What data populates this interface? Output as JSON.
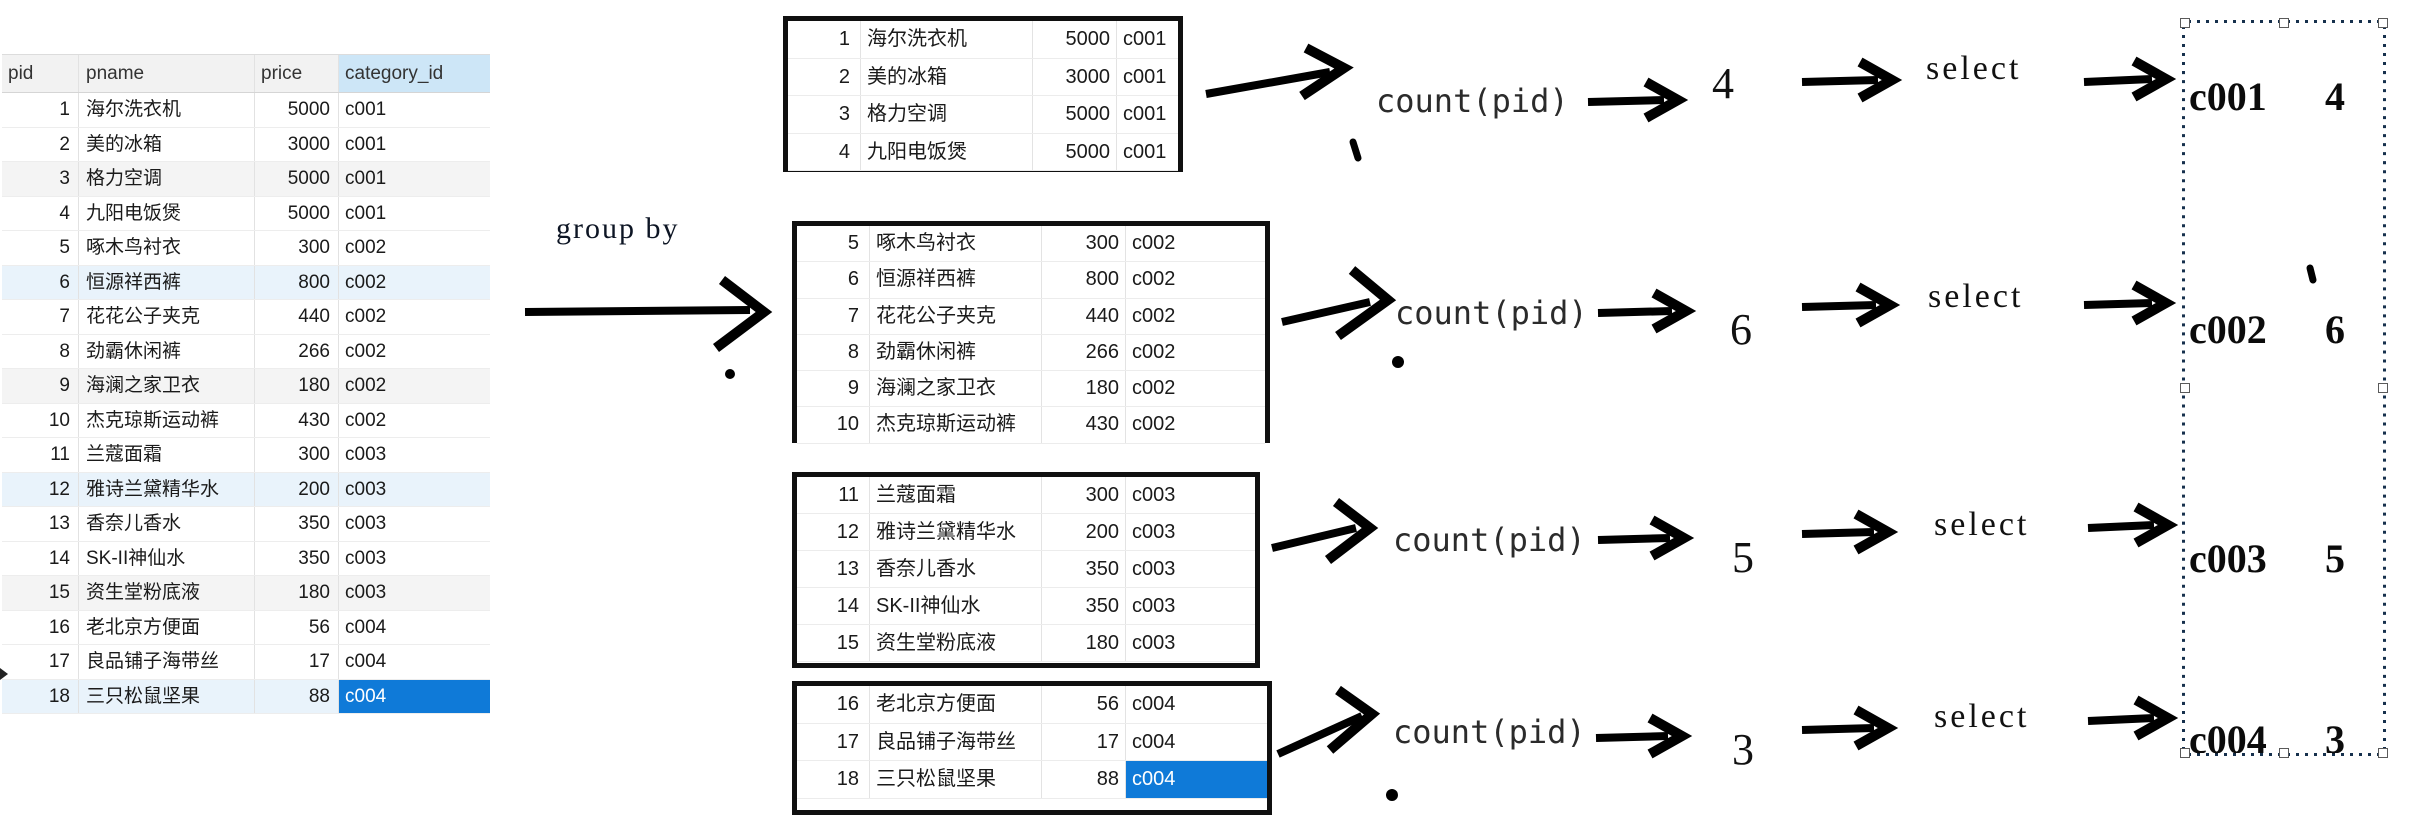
{
  "main_table": {
    "columns": [
      "pid",
      "pname",
      "price",
      "category_id"
    ],
    "selected_column": "category_id",
    "selected_cell": {
      "row_pid": 18,
      "column": "category_id",
      "value": "c004"
    }
  },
  "products": [
    {
      "pid": 1,
      "pname": "海尔洗衣机",
      "price": 5000,
      "category_id": "c001"
    },
    {
      "pid": 2,
      "pname": "美的冰箱",
      "price": 3000,
      "category_id": "c001"
    },
    {
      "pid": 3,
      "pname": "格力空调",
      "price": 5000,
      "category_id": "c001"
    },
    {
      "pid": 4,
      "pname": "九阳电饭煲",
      "price": 5000,
      "category_id": "c001"
    },
    {
      "pid": 5,
      "pname": "啄木鸟衬衣",
      "price": 300,
      "category_id": "c002"
    },
    {
      "pid": 6,
      "pname": "恒源祥西裤",
      "price": 800,
      "category_id": "c002"
    },
    {
      "pid": 7,
      "pname": "花花公子夹克",
      "price": 440,
      "category_id": "c002"
    },
    {
      "pid": 8,
      "pname": "劲霸休闲裤",
      "price": 266,
      "category_id": "c002"
    },
    {
      "pid": 9,
      "pname": "海澜之家卫衣",
      "price": 180,
      "category_id": "c002"
    },
    {
      "pid": 10,
      "pname": "杰克琼斯运动裤",
      "price": 430,
      "category_id": "c002"
    },
    {
      "pid": 11,
      "pname": "兰蔻面霜",
      "price": 300,
      "category_id": "c003"
    },
    {
      "pid": 12,
      "pname": "雅诗兰黛精华水",
      "price": 200,
      "category_id": "c003"
    },
    {
      "pid": 13,
      "pname": "香奈儿香水",
      "price": 350,
      "category_id": "c003"
    },
    {
      "pid": 14,
      "pname": "SK-II神仙水",
      "price": 350,
      "category_id": "c003"
    },
    {
      "pid": 15,
      "pname": "资生堂粉底液",
      "price": 180,
      "category_id": "c003"
    },
    {
      "pid": 16,
      "pname": "老北京方便面",
      "price": 56,
      "category_id": "c004"
    },
    {
      "pid": 17,
      "pname": "良品铺子海带丝",
      "price": 17,
      "category_id": "c004"
    },
    {
      "pid": 18,
      "pname": "三只松鼠坚果",
      "price": 88,
      "category_id": "c004"
    }
  ],
  "group_by": {
    "label": "group by"
  },
  "groups": [
    {
      "category": "c001",
      "pids": [
        1,
        2,
        3,
        4
      ]
    },
    {
      "category": "c002",
      "pids": [
        5,
        6,
        7,
        8,
        9,
        10
      ]
    },
    {
      "category": "c003",
      "pids": [
        11,
        12,
        13,
        14,
        15
      ]
    },
    {
      "category": "c004",
      "pids": [
        16,
        17,
        18
      ]
    }
  ],
  "flows": [
    {
      "count_label": "count(pid)",
      "value": "4",
      "select_label": "select"
    },
    {
      "count_label": "count(pid)",
      "value": "6",
      "select_label": "select"
    },
    {
      "count_label": "count(pid)",
      "value": "5",
      "select_label": "select"
    },
    {
      "count_label": "count(pid)",
      "value": "3",
      "select_label": "select"
    }
  ],
  "result_table": {
    "rows": [
      {
        "category": "c001",
        "count": "4"
      },
      {
        "category": "c002",
        "count": "6"
      },
      {
        "category": "c003",
        "count": "5"
      },
      {
        "category": "c004",
        "count": "3"
      }
    ]
  },
  "colors": {
    "selection_blue": "#0f7ad8",
    "selected_column_header": "#cde6f7",
    "stripe_blue": "#e9f3fb",
    "stripe_gray": "#f4f4f4",
    "group_box_border": "#101010",
    "arrow": "#000000",
    "result_border": "#16304d"
  }
}
